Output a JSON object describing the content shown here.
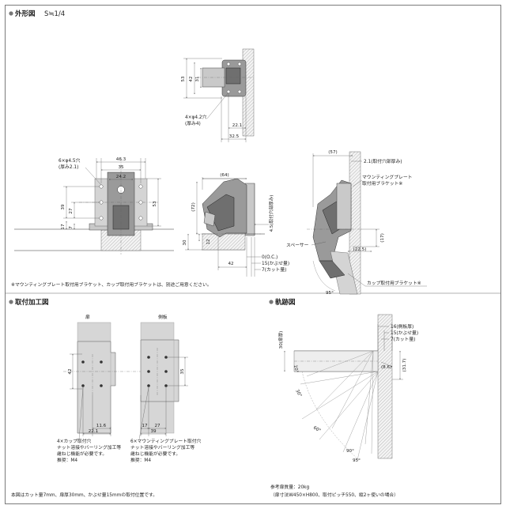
{
  "section_outline": {
    "title": "外形図",
    "scale": "S≒1/4"
  },
  "top_view": {
    "dims": {
      "d53": "53",
      "d42": "42",
      "d31": "31",
      "d22_1": "22.1",
      "d32_5": "32.5"
    },
    "hole_note": [
      "4×φ4.2穴",
      "(厚み4)"
    ]
  },
  "plate_view": {
    "hole_note": [
      "6×φ4.5穴",
      "(厚み2.1)"
    ],
    "dims": {
      "d46_3": "46.3",
      "d35": "35",
      "d24_2": "24.2",
      "d39": "39",
      "d27": "27",
      "d53": "53",
      "d17": "17",
      "d7": "7"
    }
  },
  "side_view": {
    "dims": {
      "d64": "(64)",
      "d72": "(72)",
      "d30": "30",
      "d12": "12",
      "d42": "42"
    },
    "vertical_label": "4.5(取付穴部厚み)",
    "labels": {
      "oc": "0(O.C.)",
      "overlay": "15(かぶせ量)",
      "cut": "7(カット量)"
    }
  },
  "open_view": {
    "dims": {
      "d57": "(57)",
      "d22_5": "(22.5)",
      "d17": "(17)"
    },
    "labels": {
      "thickness": "2.1(取付穴部厚み)",
      "plate_bracket": [
        "マウンティングプレート",
        "取付用ブラケット※"
      ],
      "spacer": "スペーサー",
      "cup_bracket": "カップ取付用ブラケット※",
      "angle95": "95°"
    }
  },
  "bracket_note": "※マウンティングプレート取付用ブラケット、カップ取付用ブラケットは、別途ご用意ください。",
  "section_drilling": {
    "title": "取付加工図",
    "door_label": "扉",
    "side_label": "側板",
    "dims": {
      "d42": "42",
      "d11_6": "11.6",
      "d22_1": "22.1",
      "d35": "35",
      "d17": "17",
      "d27": "27",
      "d39": "39"
    },
    "door_note": [
      "4×カップ取付穴",
      "ナット溶接やバーリング加工等",
      "雌ねじ機能が必要です。",
      "推奨：M4"
    ],
    "side_note": [
      "6×マウンティングプレート取付穴",
      "ナット溶接やバーリング加工等",
      "雌ねじ機能が必要です。",
      "推奨：M4"
    ]
  },
  "section_trajectory": {
    "title": "軌跡図",
    "labels": {
      "side_thickness": "16(側板厚)",
      "overlay": "15(かぶせ量)",
      "cut": "7(カット量)",
      "door_thickness": "30(扉厚)",
      "d8_6": "(8.6)",
      "d31_7": "(31.7)",
      "a10": "10°",
      "a30": "30°",
      "a60": "60°",
      "a90": "90°",
      "a95": "95°"
    }
  },
  "footer": {
    "left": "本図はカット量7mm、扉厚30mm、かぶせ量15mmの取付位置です。",
    "right": [
      "参考扉質量：20kg",
      "（扉寸法W450×H800、取付ピッチ550、縦2ヶ使いの場合）"
    ]
  }
}
